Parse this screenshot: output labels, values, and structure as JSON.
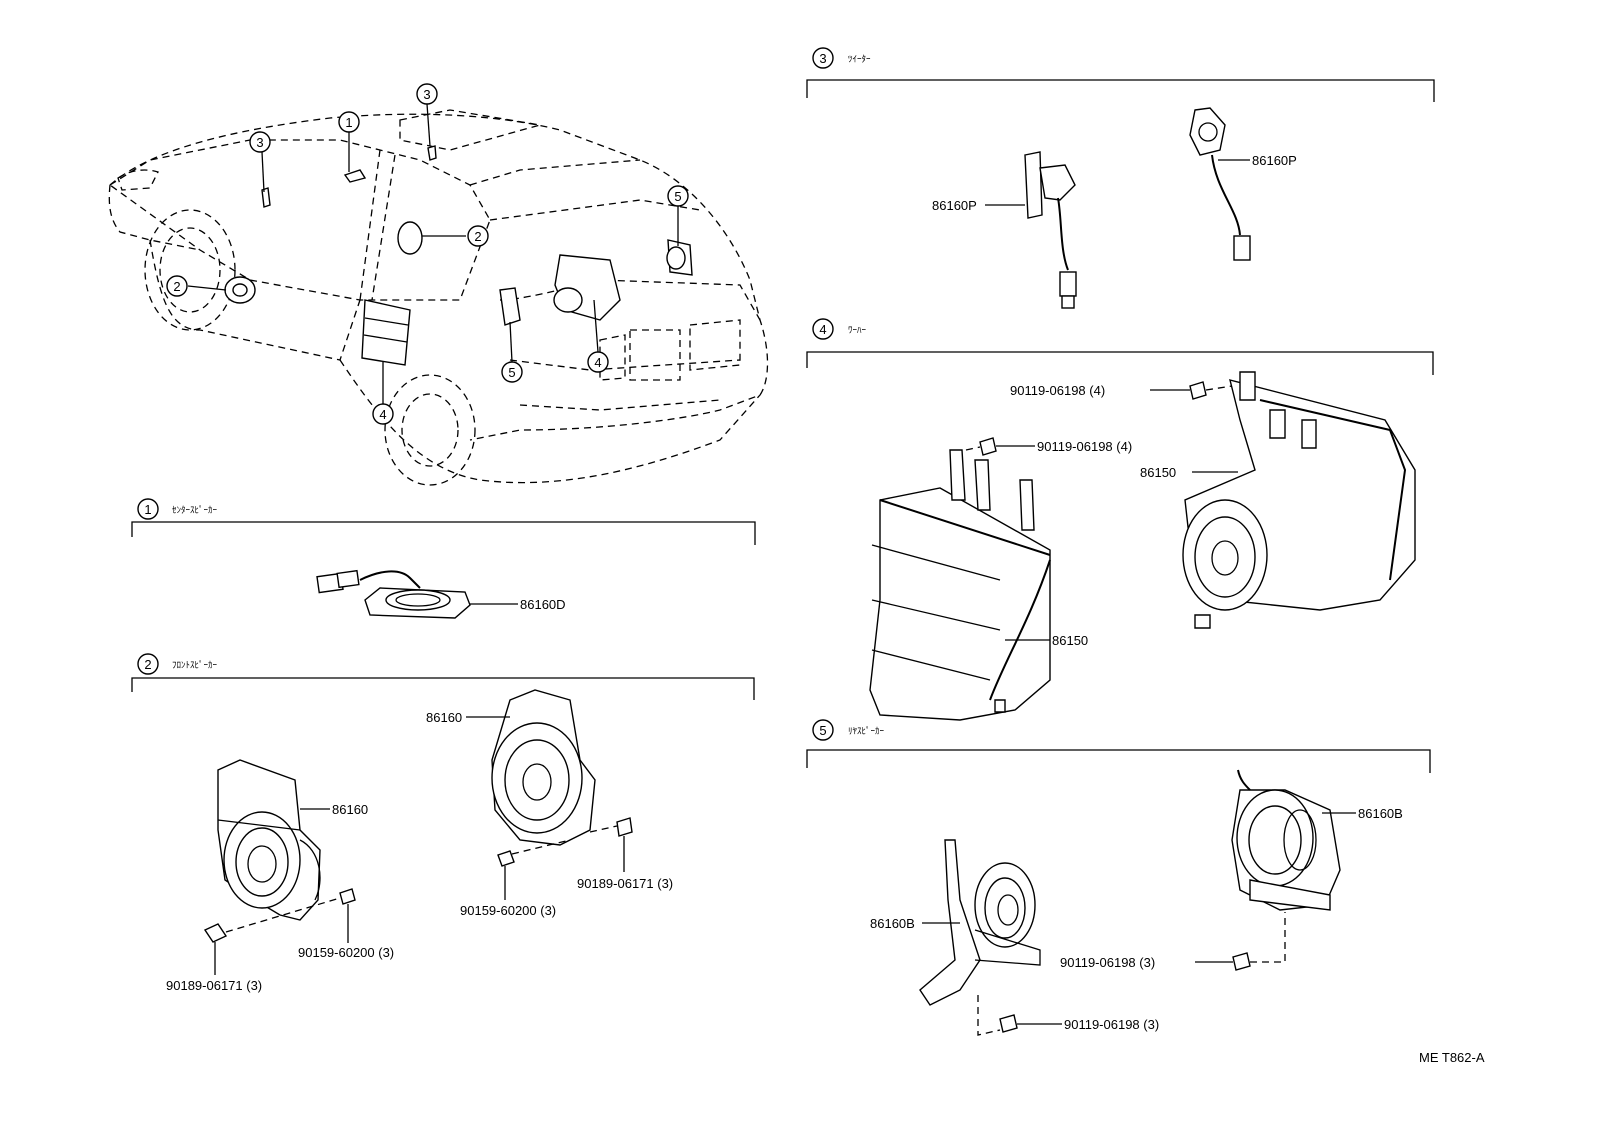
{
  "callouts": [
    "1",
    "2",
    "3",
    "4",
    "5"
  ],
  "sections": {
    "center": {
      "num": "1",
      "title": "ｾﾝﾀｰｽﾋﾟｰｶｰ",
      "part": "86160D"
    },
    "front": {
      "num": "2",
      "title": "ﾌﾛﾝﾄｽﾋﾟｰｶｰ",
      "part_left": "86160",
      "part_right": "86160",
      "screw_a_left": "90159-60200 (3)",
      "clip_left": "90189-06171 (3)",
      "screw_a_right": "90159-60200 (3)",
      "clip_right": "90189-06171 (3)"
    },
    "tweeter": {
      "num": "3",
      "title": "ﾂｲｰﾀｰ",
      "part_left": "86160P",
      "part_right": "86160P"
    },
    "woofer": {
      "num": "4",
      "title": "ﾜｰﾊｰ",
      "bolt_right": "90119-06198 (4)",
      "bolt_left": "90119-06198 (4)",
      "part_right": "86150",
      "part_left": "86150"
    },
    "rear": {
      "num": "5",
      "title": "ﾘﾔｽﾋﾟｰｶｰ",
      "part_right": "86160B",
      "part_left": "86160B",
      "bolt_right": "90119-06198 (3)",
      "bolt_left": "90119-06198 (3)"
    }
  },
  "footer_code": "ME T862-A"
}
